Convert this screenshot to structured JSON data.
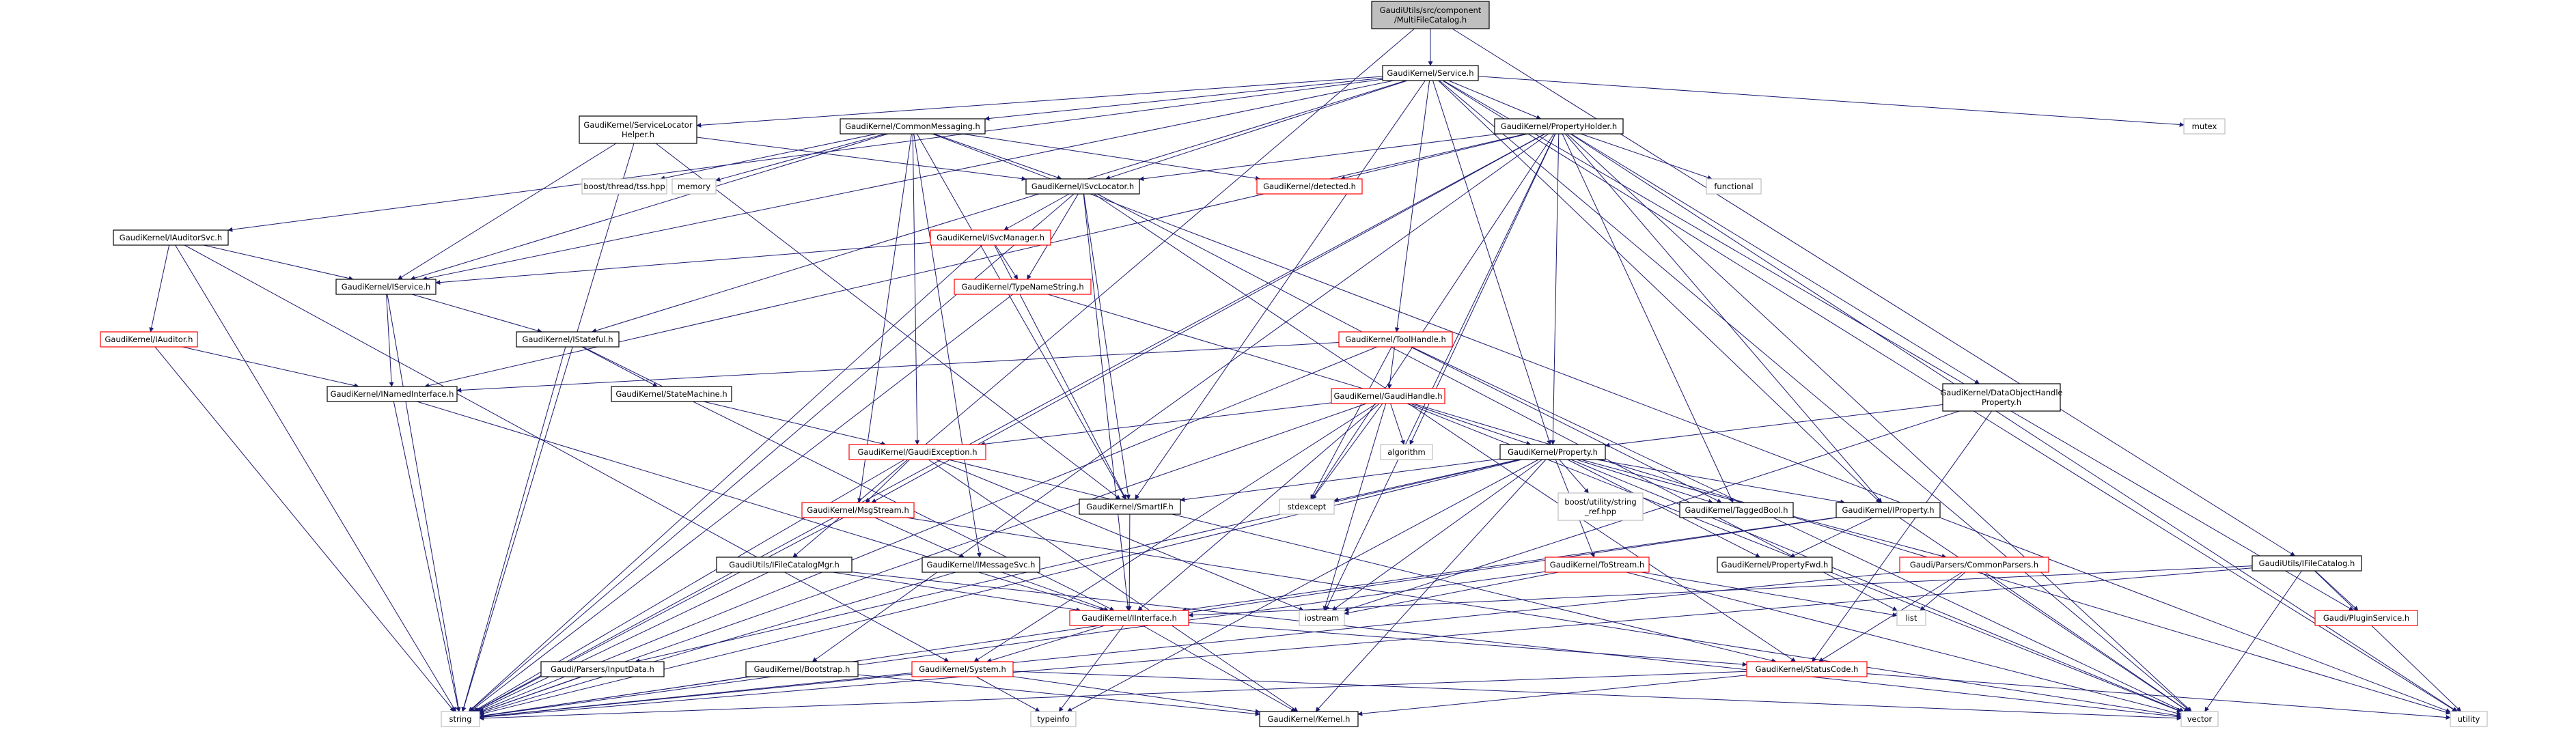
{
  "colors": {
    "edge": "#191970",
    "root_fill": "#bfbfbf",
    "node_border_default": "#000000",
    "node_border_linked": "#ff0000",
    "node_border_external": "#bfbfbf",
    "text": "#000000"
  },
  "nodes": [
    {
      "id": "root",
      "lines": [
        "GaudiUtils/src/component",
        "/MultiFileCatalog.h"
      ],
      "kind": "root"
    },
    {
      "id": "service",
      "lines": [
        "GaudiKernel/Service.h"
      ],
      "kind": "normal"
    },
    {
      "id": "ifilecatalog",
      "lines": [
        "GaudiUtils/IFileCatalog.h"
      ],
      "kind": "normal"
    },
    {
      "id": "servicelocatorhelper",
      "lines": [
        "GaudiKernel/ServiceLocator",
        "Helper.h"
      ],
      "kind": "normal"
    },
    {
      "id": "commonmessaging",
      "lines": [
        "GaudiKernel/CommonMessaging.h"
      ],
      "kind": "normal"
    },
    {
      "id": "propertyholder",
      "lines": [
        "GaudiKernel/PropertyHolder.h"
      ],
      "kind": "normal"
    },
    {
      "id": "mutex",
      "lines": [
        "mutex"
      ],
      "kind": "external"
    },
    {
      "id": "threadtss",
      "lines": [
        "boost/thread/tss.hpp"
      ],
      "kind": "external"
    },
    {
      "id": "memory",
      "lines": [
        "memory"
      ],
      "kind": "external"
    },
    {
      "id": "isvclocator",
      "lines": [
        "GaudiKernel/ISvcLocator.h"
      ],
      "kind": "normal"
    },
    {
      "id": "detected",
      "lines": [
        "GaudiKernel/detected.h"
      ],
      "kind": "linked"
    },
    {
      "id": "functional",
      "lines": [
        "functional"
      ],
      "kind": "external"
    },
    {
      "id": "iauditorsvc",
      "lines": [
        "GaudiKernel/IAuditorSvc.h"
      ],
      "kind": "normal"
    },
    {
      "id": "isvcmanager",
      "lines": [
        "GaudiKernel/ISvcManager.h"
      ],
      "kind": "linked"
    },
    {
      "id": "iservice",
      "lines": [
        "GaudiKernel/IService.h"
      ],
      "kind": "normal"
    },
    {
      "id": "typenamestring",
      "lines": [
        "GaudiKernel/TypeNameString.h"
      ],
      "kind": "linked"
    },
    {
      "id": "iauditor",
      "lines": [
        "GaudiKernel/IAuditor.h"
      ],
      "kind": "linked"
    },
    {
      "id": "istateful",
      "lines": [
        "GaudiKernel/IStateful.h"
      ],
      "kind": "normal"
    },
    {
      "id": "toolhandle",
      "lines": [
        "GaudiKernel/ToolHandle.h"
      ],
      "kind": "linked"
    },
    {
      "id": "inamedinterface",
      "lines": [
        "GaudiKernel/INamedInterface.h"
      ],
      "kind": "normal"
    },
    {
      "id": "statemachine",
      "lines": [
        "GaudiKernel/StateMachine.h"
      ],
      "kind": "normal"
    },
    {
      "id": "gaudihandle",
      "lines": [
        "GaudiKernel/GaudiHandle.h"
      ],
      "kind": "linked"
    },
    {
      "id": "dataobjecthandleproperty",
      "lines": [
        "GaudiKernel/DataObjectHandle",
        "Property.h"
      ],
      "kind": "normal"
    },
    {
      "id": "gaudiexception",
      "lines": [
        "GaudiKernel/GaudiException.h"
      ],
      "kind": "linked"
    },
    {
      "id": "algorithm",
      "lines": [
        "algorithm"
      ],
      "kind": "external"
    },
    {
      "id": "property",
      "lines": [
        "GaudiKernel/Property.h"
      ],
      "kind": "normal"
    },
    {
      "id": "smartif",
      "lines": [
        "GaudiKernel/SmartIF.h"
      ],
      "kind": "normal"
    },
    {
      "id": "stdexcept",
      "lines": [
        "stdexcept"
      ],
      "kind": "external"
    },
    {
      "id": "stringref",
      "lines": [
        "boost/utility/string",
        "_ref.hpp"
      ],
      "kind": "external"
    },
    {
      "id": "taggedbool",
      "lines": [
        "GaudiKernel/TaggedBool.h"
      ],
      "kind": "normal"
    },
    {
      "id": "iproperty",
      "lines": [
        "GaudiKernel/IProperty.h"
      ],
      "kind": "normal"
    },
    {
      "id": "msgstream",
      "lines": [
        "GaudiKernel/MsgStream.h"
      ],
      "kind": "linked"
    },
    {
      "id": "ifilecatalogmgr",
      "lines": [
        "GaudiUtils/IFileCatalogMgr.h"
      ],
      "kind": "normal"
    },
    {
      "id": "imessagesvc",
      "lines": [
        "GaudiKernel/IMessageSvc.h"
      ],
      "kind": "normal"
    },
    {
      "id": "tostream",
      "lines": [
        "GaudiKernel/ToStream.h"
      ],
      "kind": "linked"
    },
    {
      "id": "propertyfwd",
      "lines": [
        "GaudiKernel/PropertyFwd.h"
      ],
      "kind": "normal"
    },
    {
      "id": "commonparsers",
      "lines": [
        "Gaudi/Parsers/CommonParsers.h"
      ],
      "kind": "linked"
    },
    {
      "id": "iinterface",
      "lines": [
        "GaudiKernel/IInterface.h"
      ],
      "kind": "linked"
    },
    {
      "id": "iostream",
      "lines": [
        "iostream"
      ],
      "kind": "external"
    },
    {
      "id": "list",
      "lines": [
        "list"
      ],
      "kind": "external"
    },
    {
      "id": "pluginservice",
      "lines": [
        "Gaudi/PluginService.h"
      ],
      "kind": "linked"
    },
    {
      "id": "inputdata",
      "lines": [
        "Gaudi/Parsers/InputData.h"
      ],
      "kind": "normal"
    },
    {
      "id": "bootstrap",
      "lines": [
        "GaudiKernel/Bootstrap.h"
      ],
      "kind": "normal"
    },
    {
      "id": "system",
      "lines": [
        "GaudiKernel/System.h"
      ],
      "kind": "linked"
    },
    {
      "id": "statuscode",
      "lines": [
        "GaudiKernel/StatusCode.h"
      ],
      "kind": "linked"
    },
    {
      "id": "string",
      "lines": [
        "string"
      ],
      "kind": "external"
    },
    {
      "id": "typeinfo",
      "lines": [
        "typeinfo"
      ],
      "kind": "external"
    },
    {
      "id": "kernel",
      "lines": [
        "GaudiKernel/Kernel.h"
      ],
      "kind": "normal"
    },
    {
      "id": "vector",
      "lines": [
        "vector"
      ],
      "kind": "external"
    },
    {
      "id": "utility",
      "lines": [
        "utility"
      ],
      "kind": "external"
    }
  ],
  "edges": [
    [
      "root",
      "service"
    ],
    [
      "root",
      "ifilecatalog"
    ],
    [
      "root",
      "ifilecatalogmgr"
    ],
    [
      "service",
      "servicelocatorhelper"
    ],
    [
      "service",
      "commonmessaging"
    ],
    [
      "service",
      "propertyholder"
    ],
    [
      "service",
      "mutex"
    ],
    [
      "service",
      "isvclocator"
    ],
    [
      "service",
      "iauditorsvc"
    ],
    [
      "service",
      "iservice"
    ],
    [
      "service",
      "istateful"
    ],
    [
      "service",
      "toolhandle"
    ],
    [
      "service",
      "smartif"
    ],
    [
      "service",
      "property"
    ],
    [
      "service",
      "iproperty"
    ],
    [
      "service",
      "pluginservice"
    ],
    [
      "service",
      "vector"
    ],
    [
      "service",
      "utility"
    ],
    [
      "ifilecatalog",
      "iinterface"
    ],
    [
      "ifilecatalog",
      "pluginservice"
    ],
    [
      "ifilecatalog",
      "string"
    ],
    [
      "ifilecatalog",
      "vector"
    ],
    [
      "ifilecatalog",
      "utility"
    ],
    [
      "servicelocatorhelper",
      "isvclocator"
    ],
    [
      "servicelocatorhelper",
      "iservice"
    ],
    [
      "servicelocatorhelper",
      "smartif"
    ],
    [
      "servicelocatorhelper",
      "string"
    ],
    [
      "commonmessaging",
      "threadtss"
    ],
    [
      "commonmessaging",
      "memory"
    ],
    [
      "commonmessaging",
      "isvclocator"
    ],
    [
      "commonmessaging",
      "detected"
    ],
    [
      "commonmessaging",
      "iservice"
    ],
    [
      "commonmessaging",
      "gaudiexception"
    ],
    [
      "commonmessaging",
      "msgstream"
    ],
    [
      "commonmessaging",
      "imessagesvc"
    ],
    [
      "commonmessaging",
      "smartif"
    ],
    [
      "commonmessaging",
      "utility"
    ],
    [
      "propertyholder",
      "isvclocator"
    ],
    [
      "propertyholder",
      "detected"
    ],
    [
      "propertyholder",
      "functional"
    ],
    [
      "propertyholder",
      "inamedinterface"
    ],
    [
      "propertyholder",
      "dataobjecthandleproperty"
    ],
    [
      "propertyholder",
      "property"
    ],
    [
      "propertyholder",
      "iproperty"
    ],
    [
      "propertyholder",
      "msgstream"
    ],
    [
      "propertyholder",
      "stdexcept"
    ],
    [
      "propertyholder",
      "algorithm"
    ],
    [
      "propertyholder",
      "iostream"
    ],
    [
      "propertyholder",
      "string"
    ],
    [
      "propertyholder",
      "vector"
    ],
    [
      "propertyholder",
      "utility"
    ],
    [
      "propertyholder",
      "taggedbool"
    ],
    [
      "propertyholder",
      "bootstrap"
    ],
    [
      "isvclocator",
      "isvcmanager"
    ],
    [
      "isvclocator",
      "typenamestring"
    ],
    [
      "isvclocator",
      "smartif"
    ],
    [
      "isvclocator",
      "iinterface"
    ],
    [
      "isvclocator",
      "statuscode"
    ],
    [
      "isvclocator",
      "string"
    ],
    [
      "isvclocator",
      "list"
    ],
    [
      "iauditorsvc",
      "iauditor"
    ],
    [
      "iauditorsvc",
      "iservice"
    ],
    [
      "iauditorsvc",
      "system"
    ],
    [
      "iauditorsvc",
      "string"
    ],
    [
      "isvcmanager",
      "iservice"
    ],
    [
      "isvcmanager",
      "typenamestring"
    ],
    [
      "isvcmanager",
      "smartif"
    ],
    [
      "isvcmanager",
      "string"
    ],
    [
      "iservice",
      "istateful"
    ],
    [
      "iservice",
      "inamedinterface"
    ],
    [
      "iservice",
      "string"
    ],
    [
      "typenamestring",
      "string"
    ],
    [
      "typenamestring",
      "utility"
    ],
    [
      "iauditor",
      "inamedinterface"
    ],
    [
      "iauditor",
      "string"
    ],
    [
      "istateful",
      "statemachine"
    ],
    [
      "istateful",
      "iinterface"
    ],
    [
      "istateful",
      "string"
    ],
    [
      "toolhandle",
      "gaudihandle"
    ],
    [
      "toolhandle",
      "inamedinterface"
    ],
    [
      "toolhandle",
      "taggedbool"
    ],
    [
      "toolhandle",
      "stdexcept"
    ],
    [
      "toolhandle",
      "string"
    ],
    [
      "toolhandle",
      "vector"
    ],
    [
      "inamedinterface",
      "iinterface"
    ],
    [
      "inamedinterface",
      "string"
    ],
    [
      "statemachine",
      "gaudiexception"
    ],
    [
      "gaudihandle",
      "property"
    ],
    [
      "gaudihandle",
      "gaudiexception"
    ],
    [
      "gaudihandle",
      "algorithm"
    ],
    [
      "gaudihandle",
      "stdexcept"
    ],
    [
      "gaudihandle",
      "iinterface"
    ],
    [
      "gaudihandle",
      "iostream"
    ],
    [
      "gaudihandle",
      "string"
    ],
    [
      "gaudihandle",
      "vector"
    ],
    [
      "gaudihandle",
      "system"
    ],
    [
      "dataobjecthandleproperty",
      "property"
    ],
    [
      "dataobjecthandleproperty",
      "statuscode"
    ],
    [
      "dataobjecthandleproperty",
      "iostream"
    ],
    [
      "gaudiexception",
      "msgstream"
    ],
    [
      "gaudiexception",
      "statuscode"
    ],
    [
      "gaudiexception",
      "iostream"
    ],
    [
      "gaudiexception",
      "string"
    ],
    [
      "gaudiexception",
      "kernel"
    ],
    [
      "property",
      "smartif"
    ],
    [
      "property",
      "stdexcept"
    ],
    [
      "property",
      "stringref"
    ],
    [
      "property",
      "taggedbool"
    ],
    [
      "property",
      "iproperty"
    ],
    [
      "property",
      "propertyfwd"
    ],
    [
      "property",
      "tostream"
    ],
    [
      "property",
      "commonparsers"
    ],
    [
      "property",
      "inputdata"
    ],
    [
      "property",
      "kernel"
    ],
    [
      "property",
      "string"
    ],
    [
      "property",
      "typeinfo"
    ],
    [
      "property",
      "vector"
    ],
    [
      "property",
      "iostream"
    ],
    [
      "smartif",
      "iinterface"
    ],
    [
      "iproperty",
      "propertyfwd"
    ],
    [
      "iproperty",
      "iinterface"
    ],
    [
      "iproperty",
      "string"
    ],
    [
      "iproperty",
      "vector"
    ],
    [
      "msgstream",
      "imessagesvc"
    ],
    [
      "msgstream",
      "string"
    ],
    [
      "msgstream",
      "vector"
    ],
    [
      "ifilecatalogmgr",
      "iinterface"
    ],
    [
      "ifilecatalogmgr",
      "string"
    ],
    [
      "ifilecatalogmgr",
      "vector"
    ],
    [
      "imessagesvc",
      "iinterface"
    ],
    [
      "imessagesvc",
      "string"
    ],
    [
      "tostream",
      "iostream"
    ],
    [
      "tostream",
      "list"
    ],
    [
      "tostream",
      "string"
    ],
    [
      "tostream",
      "vector"
    ],
    [
      "commonparsers",
      "statuscode"
    ],
    [
      "commonparsers",
      "list"
    ],
    [
      "commonparsers",
      "string"
    ],
    [
      "commonparsers",
      "vector"
    ],
    [
      "iinterface",
      "system"
    ],
    [
      "iinterface",
      "statuscode"
    ],
    [
      "iinterface",
      "kernel"
    ],
    [
      "iinterface",
      "typeinfo"
    ],
    [
      "inputdata",
      "string"
    ],
    [
      "bootstrap",
      "kernel"
    ],
    [
      "bootstrap",
      "string"
    ],
    [
      "system",
      "kernel"
    ],
    [
      "system",
      "string"
    ],
    [
      "system",
      "typeinfo"
    ],
    [
      "system",
      "vector"
    ],
    [
      "statuscode",
      "kernel"
    ],
    [
      "statuscode",
      "string"
    ],
    [
      "statuscode",
      "utility"
    ]
  ]
}
